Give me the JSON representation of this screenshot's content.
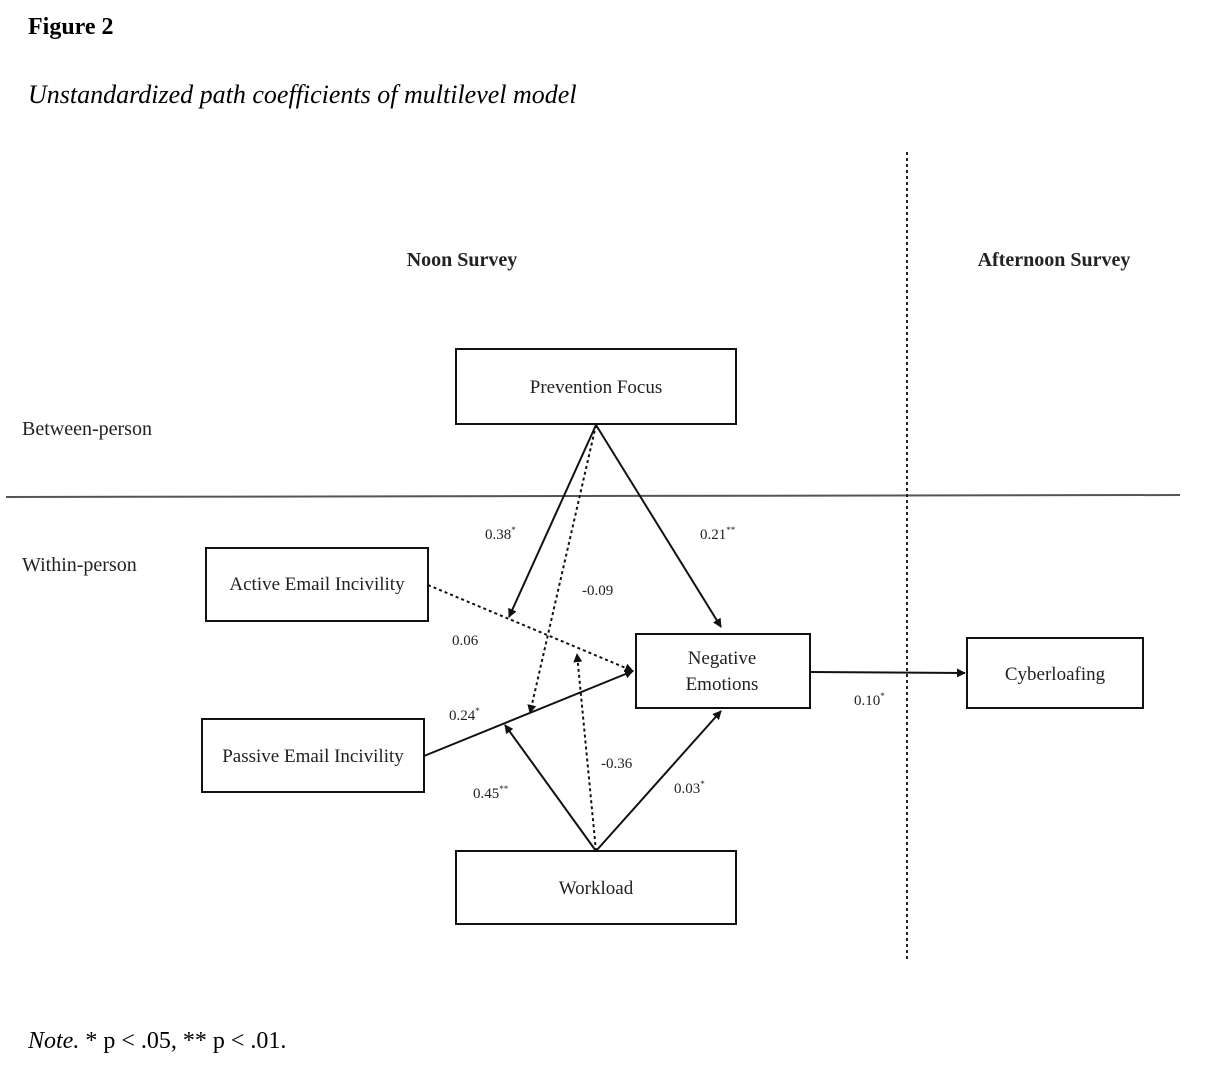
{
  "figure": {
    "label": "Figure 2",
    "caption": "Unstandardized path coefficients of multilevel model"
  },
  "columns": {
    "noon": "Noon Survey",
    "afternoon": "Afternoon Survey"
  },
  "levels": {
    "between": "Between-person",
    "within": "Within-person"
  },
  "nodes": {
    "prevention_focus": "Prevention Focus",
    "active_email_incivility": "Active Email Incivility",
    "passive_email_incivility": "Passive Email Incivility",
    "negative_emotions_line1": "Negative",
    "negative_emotions_line2": "Emotions",
    "workload": "Workload",
    "cyberloafing": "Cyberloafing"
  },
  "paths": {
    "pf_to_passive_mod": {
      "value": "0.38",
      "sig": "*"
    },
    "pf_to_ne": {
      "value": "0.21",
      "sig": "**"
    },
    "pf_to_active_mod": {
      "value": "-0.09",
      "sig": ""
    },
    "active_to_ne": {
      "value": "0.06",
      "sig": ""
    },
    "passive_to_ne": {
      "value": "0.24",
      "sig": "*"
    },
    "workload_to_passive_mod": {
      "value": "0.45",
      "sig": "**"
    },
    "workload_to_active_mod": {
      "value": "-0.36",
      "sig": ""
    },
    "workload_to_ne": {
      "value": "0.03",
      "sig": "*"
    },
    "ne_to_cyberloafing": {
      "value": "0.10",
      "sig": "*"
    }
  },
  "note": {
    "prefix": "Note.",
    "text": " * p < .05,  ** p < .01."
  }
}
